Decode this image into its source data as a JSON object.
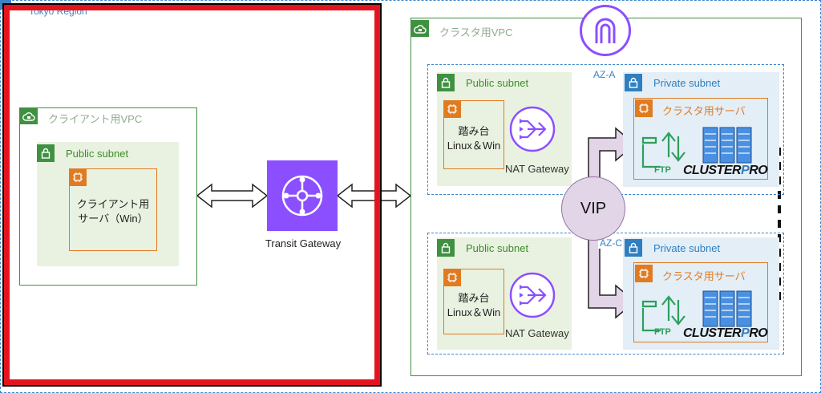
{
  "region": {
    "label": "Tokyo Region"
  },
  "client_vpc": {
    "label": "クライアント用VPC",
    "subnet": {
      "label": "Public subnet",
      "server": {
        "line1": "クライアント用",
        "line2": "サーバ（Win）"
      }
    }
  },
  "transit_gateway": {
    "label": "Transit Gateway",
    "icon": "transit-gateway-icon",
    "color": "#8c4fff"
  },
  "cluster_vpc": {
    "label": "クラスタ用VPC",
    "internet_gateway_icon": "internet-gateway-icon",
    "az_a": {
      "label": "AZ-A",
      "public_subnet": {
        "label": "Public subnet",
        "bastion": {
          "line1": "踏み台",
          "line2": "Linux＆Win"
        },
        "nat_label": "NAT Gateway"
      },
      "private_subnet": {
        "label": "Private subnet",
        "server_label": "クラスタ用サーバ",
        "ftp_label": "FTP",
        "clusterpro": {
          "part1": "CLUSTER",
          "part2": "P",
          "part3": "RO"
        }
      }
    },
    "az_c": {
      "label": "AZ-C",
      "public_subnet": {
        "label": "Public subnet",
        "bastion": {
          "line1": "踏み台",
          "line2": "Linux＆Win"
        },
        "nat_label": "NAT Gateway"
      },
      "private_subnet": {
        "label": "Private subnet",
        "server_label": "クラスタ用サーバ",
        "ftp_label": "FTP",
        "clusterpro": {
          "part1": "CLUSTER",
          "part2": "P",
          "part3": "RO"
        }
      }
    },
    "vip_label": "VIP"
  },
  "colors": {
    "highlight_frame": "#e4141e",
    "vpc_green": "#3f9141",
    "private_blue": "#2f7fc0",
    "ec2_orange": "#e07b21",
    "vip_fill": "#e1d5e7"
  }
}
